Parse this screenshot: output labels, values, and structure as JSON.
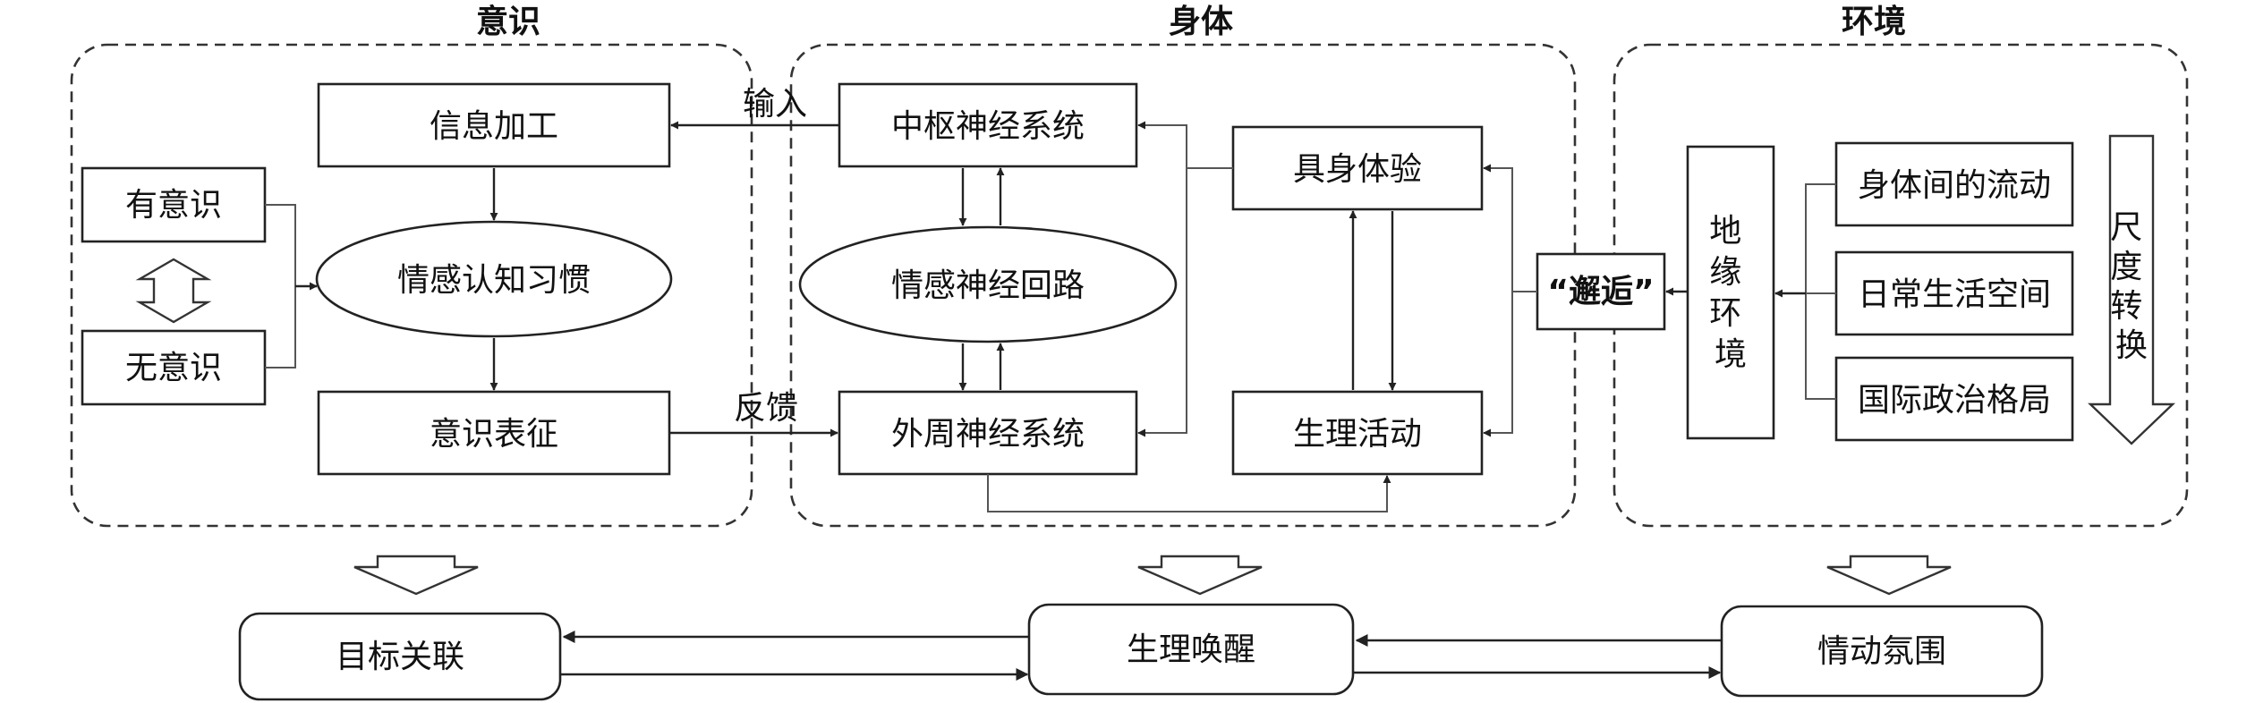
{
  "regions": {
    "consciousness": "意识",
    "body": "身体",
    "environment": "环境"
  },
  "consciousness": {
    "conscious": "有意识",
    "unconscious": "无意识",
    "info_processing": "信息加工",
    "emotional_cognitive_habits": "情感认知习惯",
    "consciousness_representation": "意识表征"
  },
  "body": {
    "cns": "中枢神经系统",
    "emotional_circuit": "情感神经回路",
    "pns": "外周神经系统",
    "embodied_experience": "具身体验",
    "physiological_activity": "生理活动"
  },
  "environment": {
    "encounter": "“邂逅”",
    "geo_environment": "地缘环境",
    "flow_between_bodies": "身体间的流动",
    "daily_living_space": "日常生活空间",
    "international_politics": "国际政治格局",
    "scale_conversion": "尺度转换"
  },
  "edge_labels": {
    "input": "输入",
    "feedback": "反馈"
  },
  "outcomes": {
    "goal_association": "目标关联",
    "physiological_arousal": "生理唤醒",
    "emotional_atmosphere": "情动氛围"
  }
}
